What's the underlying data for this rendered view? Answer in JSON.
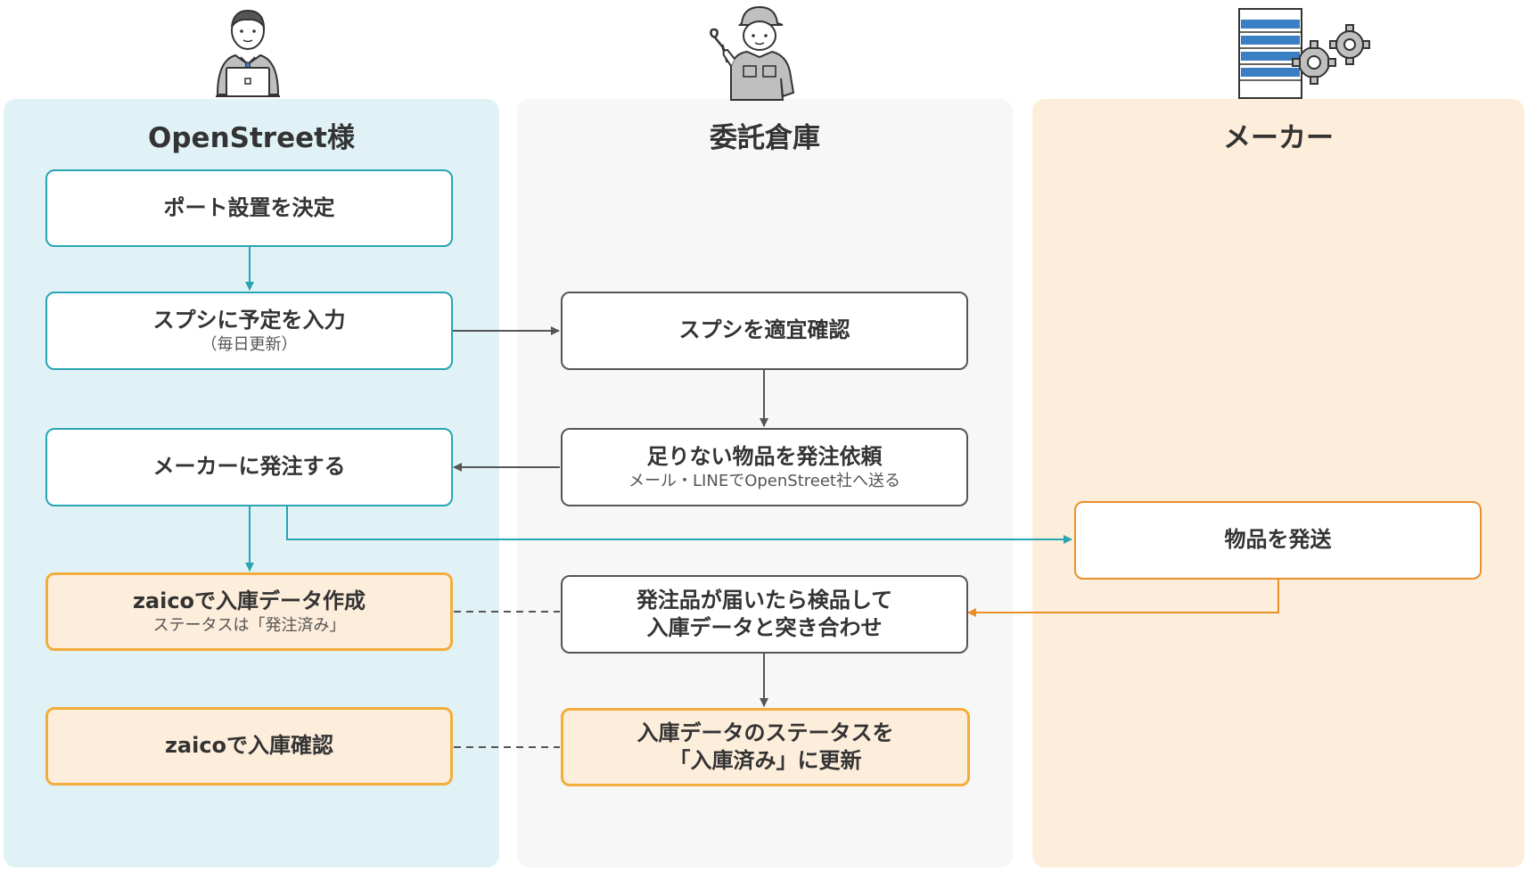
{
  "lanes": {
    "openstreet": {
      "title": "OpenStreet様",
      "color": "#e1f2f6"
    },
    "warehouse": {
      "title": "委託倉庫",
      "color": "#f7f7f7"
    },
    "maker": {
      "title": "メーカー",
      "color": "#fdeedb"
    }
  },
  "boxes": {
    "port_decide": {
      "label": "ポート設置を決定"
    },
    "spreadsheet_input": {
      "label": "スプシに予定を入力",
      "sub": "（毎日更新）"
    },
    "order_maker": {
      "label": "メーカーに発注する"
    },
    "zaico_create": {
      "label": "zaicoで入庫データ作成",
      "sub": "ステータスは「発注済み」"
    },
    "zaico_check": {
      "label": "zaicoで入庫確認"
    },
    "spreadsheet_check": {
      "label": "スプシを適宜確認"
    },
    "order_request": {
      "label": "足りない物品を発注依頼",
      "sub": "メール・LINEでOpenStreet社へ送る"
    },
    "inspect_line1": {
      "label": "発注品が届いたら検品して"
    },
    "inspect_line2": {
      "label": "入庫データと突き合わせ"
    },
    "status_update_line1": {
      "label": "入庫データのステータスを"
    },
    "status_update_line2": {
      "label": "「入庫済み」に更新"
    },
    "ship_goods": {
      "label": "物品を発送"
    }
  },
  "colors": {
    "teal": "#27a5b2",
    "gray": "#555555",
    "orange": "#e98f2a",
    "orange_fill": "#fdeddb",
    "server_blue": "#3a7fc4"
  },
  "icons": [
    "office-worker-icon",
    "warehouse-worker-icon",
    "server-gears-icon"
  ]
}
